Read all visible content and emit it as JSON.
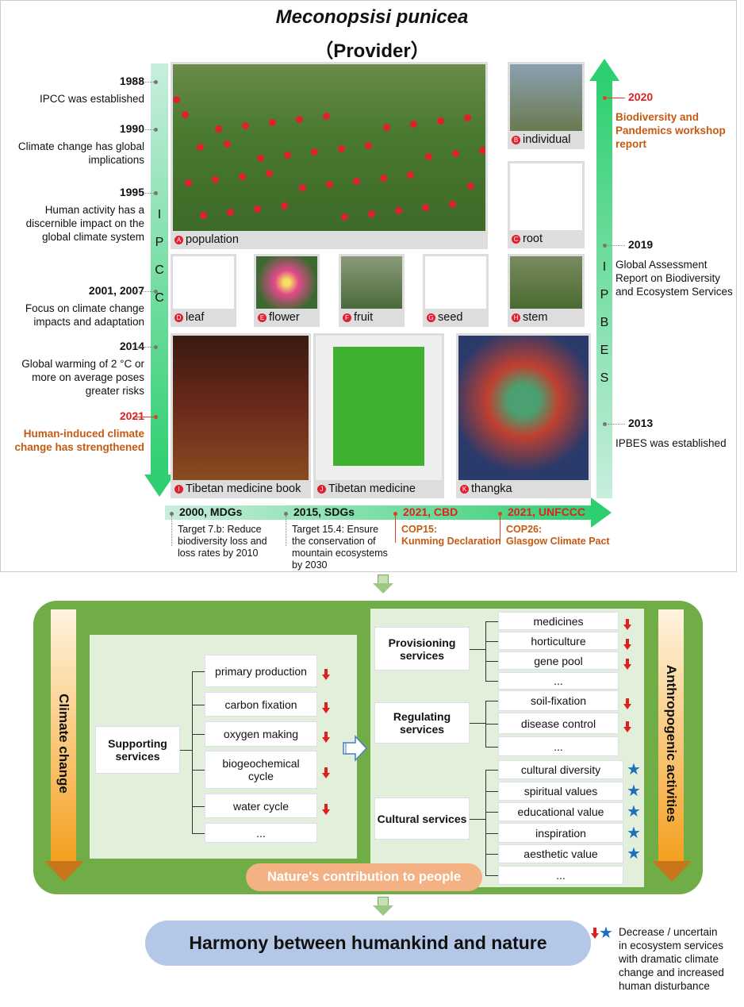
{
  "title": "Meconopsisi punicea",
  "subtitle": "（Provider）",
  "ipcc": {
    "label": [
      "I",
      "P",
      "C",
      "C"
    ],
    "events": [
      {
        "year": "1988",
        "text": [
          "IPCC was established"
        ]
      },
      {
        "year": "1990",
        "text": [
          "Climate change has global",
          "implications"
        ]
      },
      {
        "year": "1995",
        "text": [
          "Human activity has a",
          "discernible impact on the",
          "global climate system"
        ]
      },
      {
        "year": "2001, 2007",
        "text": [
          "Focus on climate change",
          "impacts and adaptation"
        ]
      },
      {
        "year": "2014",
        "text": [
          "Global warming of 2 °C or",
          "more on average poses",
          "greater risks"
        ]
      },
      {
        "year": "2021",
        "text": [
          "Human-induced climate",
          "change has strengthened"
        ]
      }
    ]
  },
  "ipbes": {
    "label": [
      "I",
      "P",
      "B",
      "E",
      "S"
    ],
    "events": [
      {
        "year": "2020",
        "text": [
          "Biodiversity and",
          "Pandemics workshop",
          "report"
        ]
      },
      {
        "year": "2019",
        "text": [
          "Global Assessment",
          "Report on Biodiversity",
          "and Ecosystem Services"
        ]
      },
      {
        "year": "2013",
        "text": [
          "IPBES was established"
        ]
      }
    ]
  },
  "photos": [
    {
      "badge": "A",
      "label": "population"
    },
    {
      "badge": "B",
      "label": "individual"
    },
    {
      "badge": "C",
      "label": "root"
    },
    {
      "badge": "D",
      "label": "leaf"
    },
    {
      "badge": "E",
      "label": "flower"
    },
    {
      "badge": "F",
      "label": "fruit"
    },
    {
      "badge": "G",
      "label": "seed"
    },
    {
      "badge": "H",
      "label": "stem"
    },
    {
      "badge": "I",
      "label": "Tibetan medicine book"
    },
    {
      "badge": "J",
      "label": "Tibetan medicine"
    },
    {
      "badge": "K",
      "label": "thangka"
    }
  ],
  "goals": [
    {
      "title": "2000, MDGs",
      "text": [
        "Target 7.b: Reduce",
        "biodiversity loss and",
        "loss rates by 2010"
      ]
    },
    {
      "title": "2015, SDGs",
      "text": [
        "Target 15.4: Ensure",
        "the conservation of",
        "mountain ecosystems",
        "by 2030"
      ]
    },
    {
      "title": "2021, CBD",
      "text": [
        "COP15:",
        "Kunming Declaration"
      ]
    },
    {
      "title": "2021, UNFCCC",
      "text": [
        "COP26:",
        "Glasgow Climate Pact"
      ]
    }
  ],
  "left_driver": "Climate change",
  "right_driver": "Anthropogenic activities",
  "supporting": {
    "label": [
      "Supporting",
      "services"
    ],
    "items": [
      "primary production",
      "carbon fixation",
      "oxygen making",
      "biogeochemical cycle",
      "water cycle",
      "..."
    ]
  },
  "provisioning": {
    "label": [
      "Provisioning",
      "services"
    ],
    "items": [
      "medicines",
      "horticulture",
      "gene pool",
      "..."
    ]
  },
  "regulating": {
    "label": [
      "Regulating",
      "services"
    ],
    "items": [
      "soil-fixation",
      "disease control",
      "..."
    ]
  },
  "cultural": {
    "label": [
      "Cultural services"
    ],
    "items": [
      "cultural diversity",
      "spiritual  values",
      "educational value",
      "inspiration",
      "aesthetic value",
      "..."
    ]
  },
  "ncp": "Nature's contribution to people",
  "harmony": "Harmony between humankind and nature",
  "legend": [
    "Decrease / uncertain",
    "in ecosystem services",
    "with dramatic climate",
    "change and increased",
    "human disturbance"
  ],
  "colors": {
    "decrease": "#e02020",
    "uncertain": "#1f6fc0",
    "frame": "#70ad47",
    "panel": "#e2efda"
  }
}
